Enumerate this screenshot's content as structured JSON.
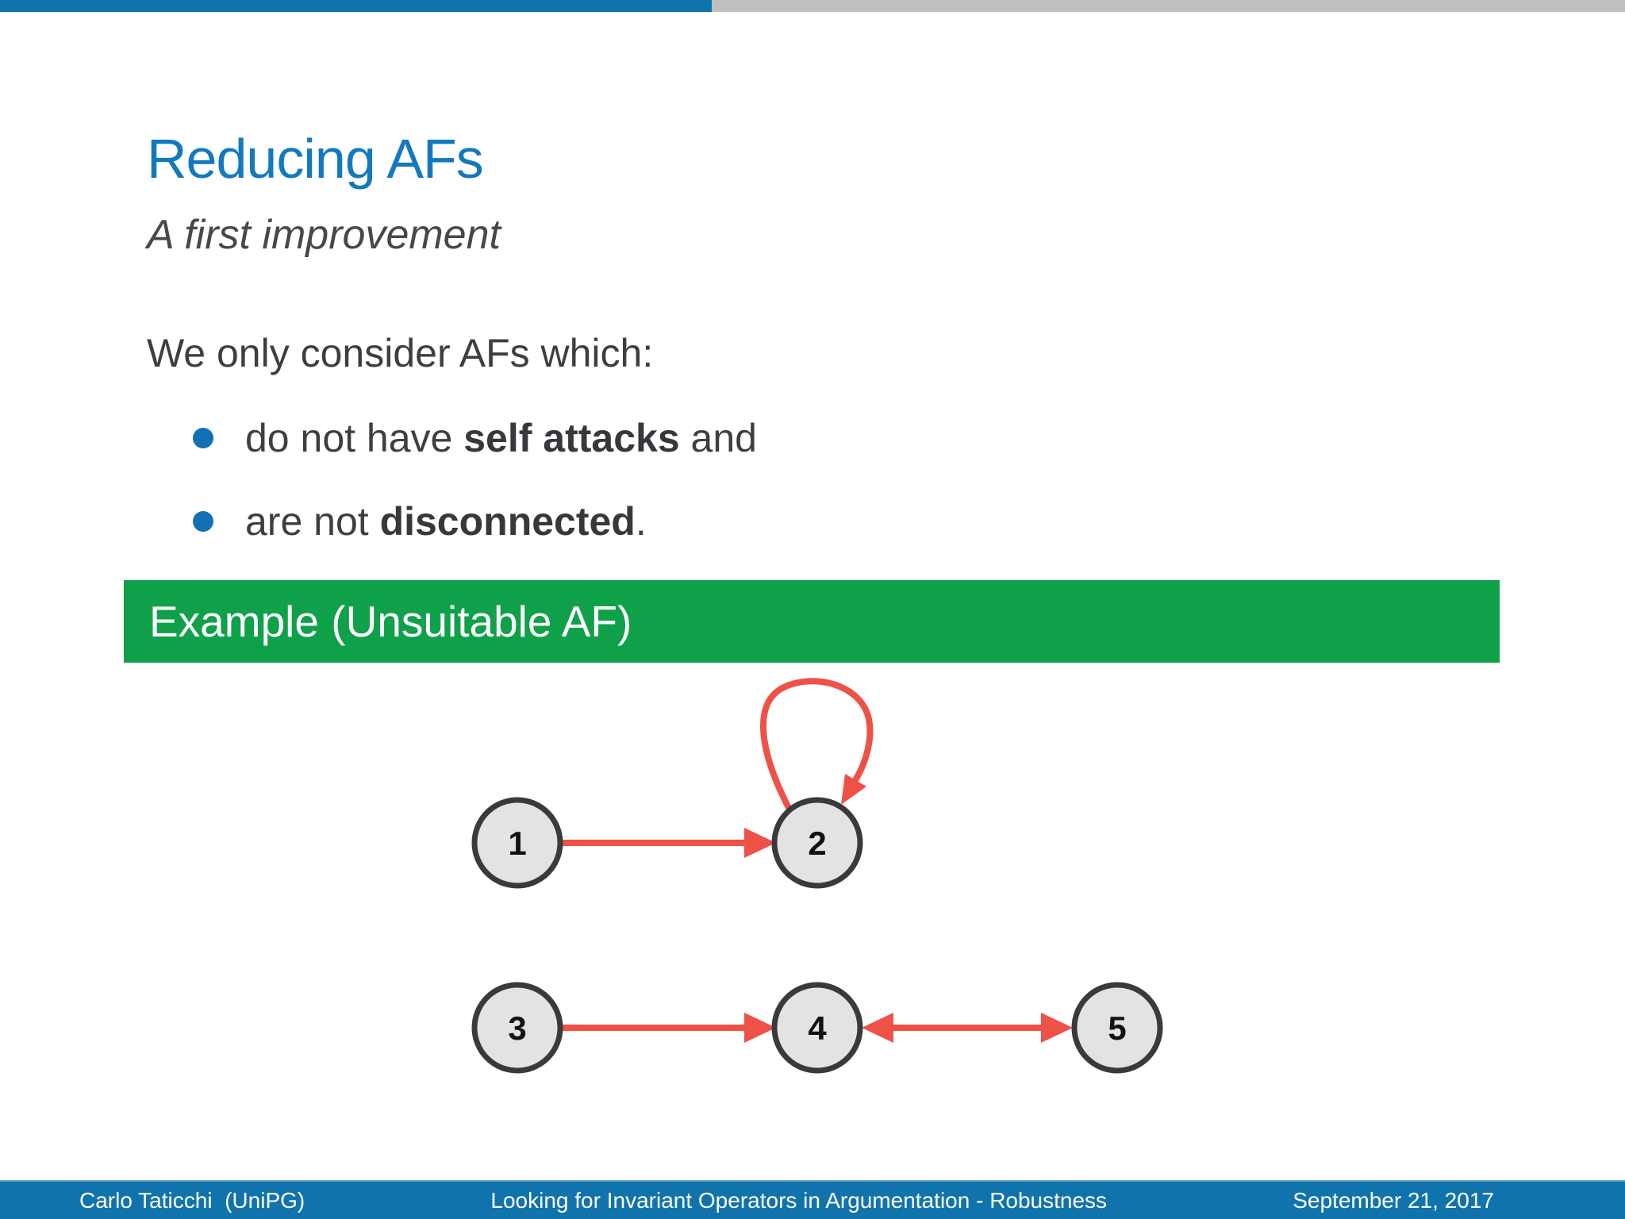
{
  "slide": {
    "title": "Reducing AFs",
    "subtitle": "A first improvement",
    "intro": "We only consider AFs which:",
    "bullets": [
      {
        "pre": "do not have ",
        "bold": "self attacks",
        "post": " and"
      },
      {
        "pre": "are not ",
        "bold": "disconnected",
        "post": "."
      }
    ],
    "example_box": {
      "title": "Example (Unsuitable AF)"
    }
  },
  "graph": {
    "nodes": [
      {
        "label": "1"
      },
      {
        "label": "2"
      },
      {
        "label": "3"
      },
      {
        "label": "4"
      },
      {
        "label": "5"
      }
    ],
    "edges": [
      {
        "source": "1",
        "target": "2",
        "type": "attack"
      },
      {
        "source": "2",
        "target": "2",
        "type": "self-attack"
      },
      {
        "source": "3",
        "target": "4",
        "type": "attack"
      },
      {
        "source": "4",
        "target": "5",
        "type": "mutual-attack"
      }
    ]
  },
  "footer": {
    "author": "Carlo Taticchi  (UniPG)",
    "title": "Looking for Invariant Operators in Argumentation - Robustness",
    "date": "September 21, 2017"
  },
  "colors": {
    "bar_blue": "#0f73ad",
    "bar_gray": "#bfbfbf",
    "title_blue": "#1379be",
    "bullet_blue": "#1271b5",
    "example_green": "#0fa14a",
    "attack_red": "#ee5148",
    "node_fill": "#e3e3e3",
    "node_stroke": "#3a3a3a",
    "footer_blue": "#1173ac",
    "body_text": "#3e3e42"
  }
}
